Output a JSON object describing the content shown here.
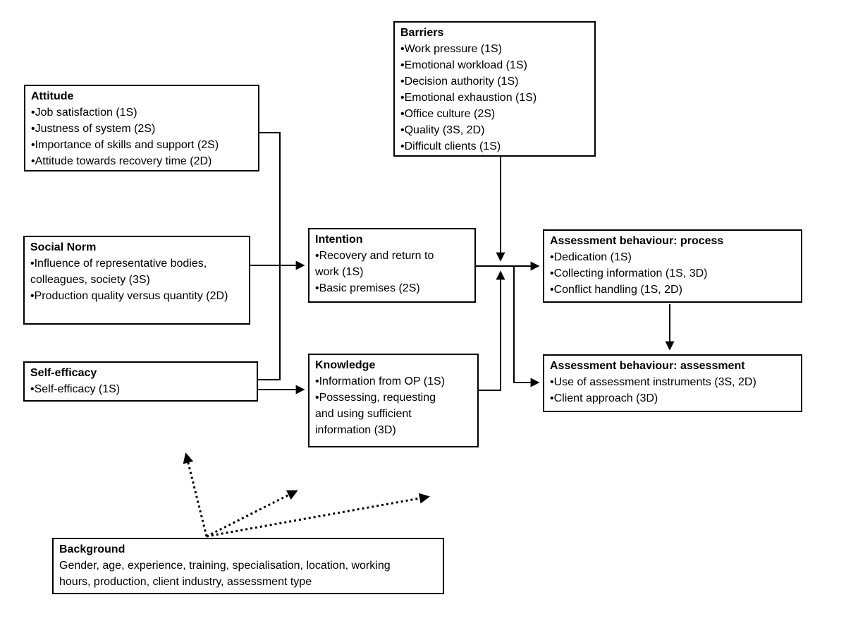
{
  "diagram": {
    "boxes": {
      "attitude": {
        "title": "Attitude",
        "items": [
          "•Job satisfaction (1S)",
          "•Justness of system (2S)",
          "•Importance of skills and support (2S)",
          "•Attitude towards recovery time (2D)"
        ]
      },
      "social_norm": {
        "title": "Social Norm",
        "items": [
          "•Influence of representative bodies, colleagues, society (3S)",
          "•Production quality versus quantity (2D)"
        ]
      },
      "self_efficacy": {
        "title": "Self-efficacy",
        "items": [
          "•Self-efficacy (1S)"
        ]
      },
      "barriers": {
        "title": "Barriers",
        "items": [
          "•Work pressure (1S)",
          "•Emotional workload (1S)",
          "•Decision authority (1S)",
          "•Emotional exhaustion (1S)",
          "•Office culture (2S)",
          "•Quality (3S, 2D)",
          "•Difficult clients (1S)"
        ]
      },
      "intention": {
        "title": "Intention",
        "items": [
          "•Recovery and return to work (1S)",
          "•Basic premises (2S)"
        ]
      },
      "knowledge": {
        "title": "Knowledge",
        "items": [
          "•Information from OP (1S)",
          "•Possessing, requesting and using sufficient information (3D)"
        ]
      },
      "process": {
        "title": "Assessment behaviour: process",
        "items": [
          "•Dedication (1S)",
          "•Collecting information (1S, 3D)",
          "•Conflict handling (1S, 2D)"
        ]
      },
      "assessment": {
        "title": "Assessment behaviour: assessment",
        "items": [
          "•Use of assessment instruments (3S, 2D)",
          "•Client approach (3D)"
        ]
      },
      "background": {
        "title": "Background",
        "text": "Gender, age, experience, training, specialisation, location, working hours, production, client industry, assessment type"
      }
    },
    "colors": {
      "line": "#000000",
      "background": "#ffffff"
    }
  }
}
